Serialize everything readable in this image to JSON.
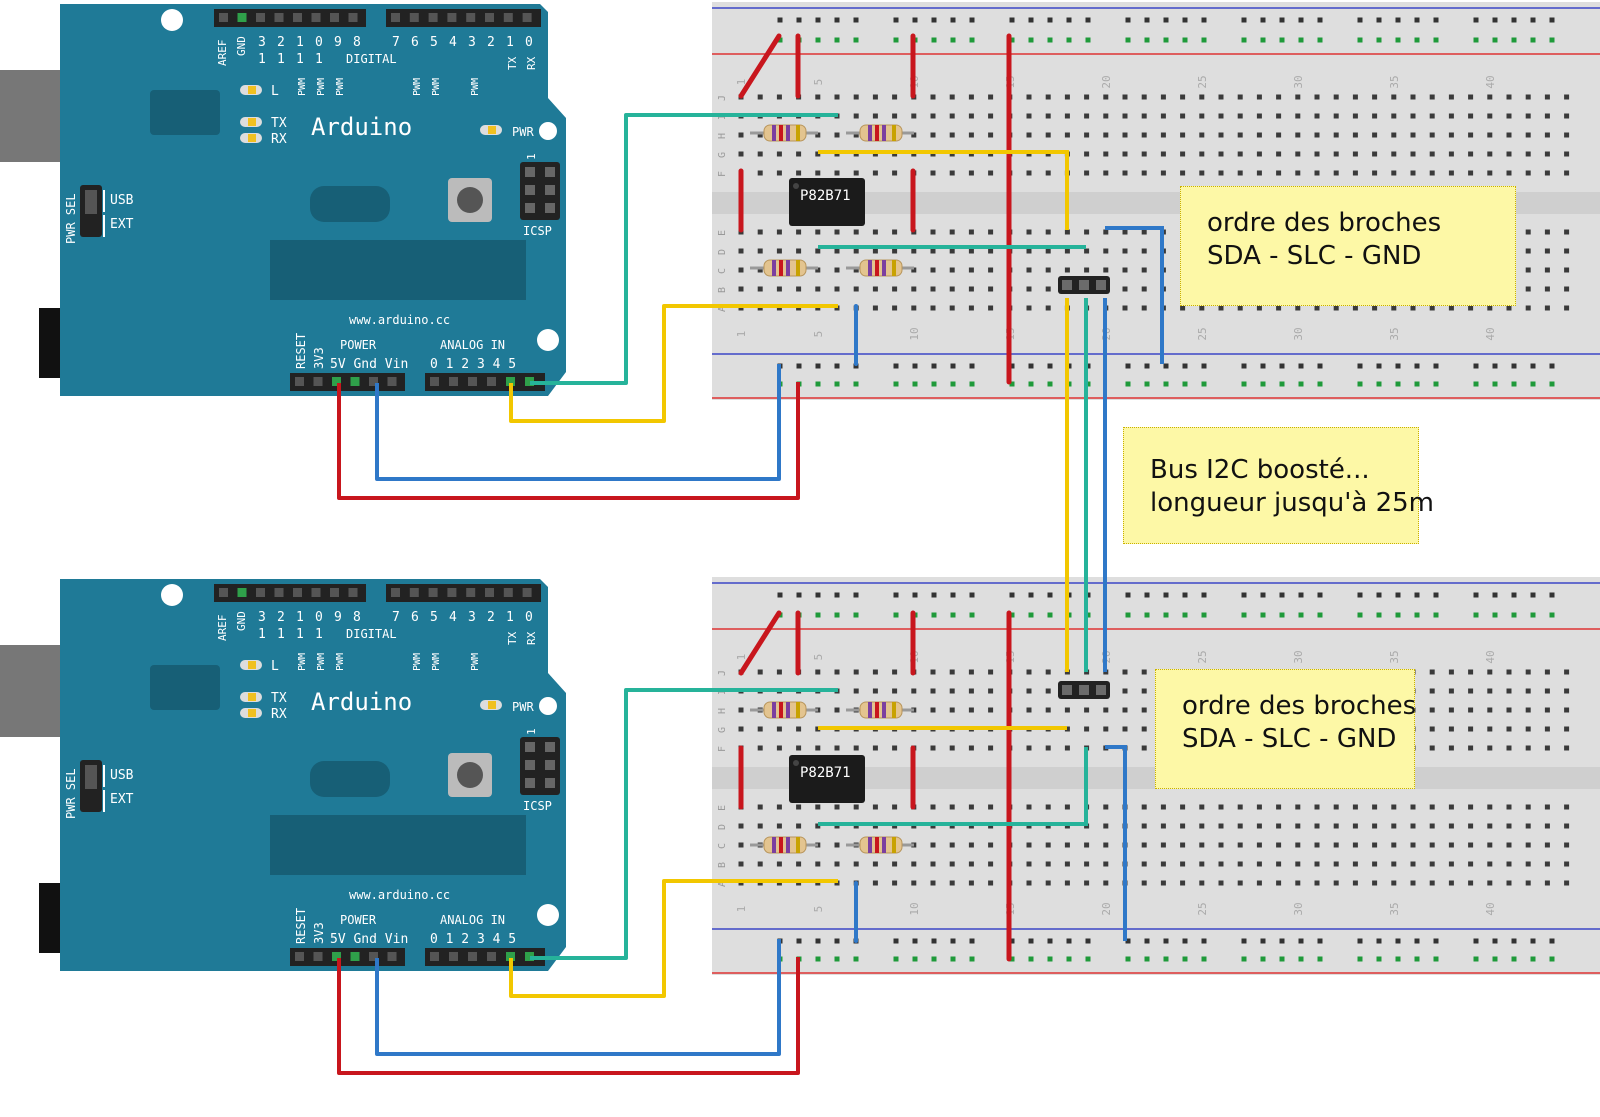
{
  "arduino_boards": [
    {
      "name": "Arduino",
      "digital_header": "DIGITAL",
      "aref": "AREF",
      "gnd": "GND",
      "pin_numbers": [
        "3",
        "2",
        "1",
        "0",
        "9",
        "8",
        "7",
        "6",
        "5",
        "4",
        "3",
        "2",
        "1",
        "0"
      ],
      "tens_digits": [
        "1",
        "1",
        "1",
        "1"
      ],
      "pwm": "PWM",
      "tx": "TX",
      "rx": "RX",
      "l": "L",
      "pwr": "PWR",
      "usb": "USB",
      "ext": "EXT",
      "pwr_sel": "PWR SEL",
      "icsp": "ICSP",
      "icsp_pin": "1",
      "url": "www.arduino.cc",
      "reset": "RESET",
      "v33": "3V3",
      "power": "POWER",
      "power_pins": "5V Gnd Vin",
      "analog": "ANALOG IN",
      "analog_pins": "0 1 2 3 4 5"
    },
    {
      "name": "Arduino",
      "digital_header": "DIGITAL",
      "aref": "AREF",
      "gnd": "GND",
      "pin_numbers": [
        "3",
        "2",
        "1",
        "0",
        "9",
        "8",
        "7",
        "6",
        "5",
        "4",
        "3",
        "2",
        "1",
        "0"
      ],
      "tens_digits": [
        "1",
        "1",
        "1",
        "1"
      ],
      "pwm": "PWM",
      "tx": "TX",
      "rx": "RX",
      "l": "L",
      "pwr": "PWR",
      "usb": "USB",
      "ext": "EXT",
      "pwr_sel": "PWR SEL",
      "icsp": "ICSP",
      "icsp_pin": "1",
      "url": "www.arduino.cc",
      "reset": "RESET",
      "v33": "3V3",
      "power": "POWER",
      "power_pins": "5V Gnd Vin",
      "analog": "ANALOG IN",
      "analog_pins": "0 1 2 3 4 5"
    }
  ],
  "breadboards": [
    {
      "chip_label": "P82B71",
      "row_letters_top": [
        "J",
        "I",
        "H",
        "G",
        "F"
      ],
      "row_letters_bottom": [
        "E",
        "D",
        "C",
        "B",
        "A"
      ],
      "column_numbers": [
        "1",
        "5",
        "10",
        "15",
        "20",
        "25",
        "30",
        "35",
        "40"
      ]
    },
    {
      "chip_label": "P82B71",
      "row_letters_top": [
        "J",
        "I",
        "H",
        "G",
        "F"
      ],
      "row_letters_bottom": [
        "E",
        "D",
        "C",
        "B",
        "A"
      ],
      "column_numbers": [
        "1",
        "5",
        "10",
        "15",
        "20",
        "25",
        "30",
        "35",
        "40"
      ]
    }
  ],
  "notes": {
    "pin_order_top": {
      "line1": "ordre des broches",
      "line2": "SDA - SLC - GND"
    },
    "bus": {
      "line1": "Bus I2C boosté...",
      "line2": "longueur jusqu'à 25m"
    },
    "pin_order_bottom": {
      "line1": "ordre des broches",
      "line2": "SDA - SLC - GND"
    }
  },
  "colors": {
    "board": "#1f7a97",
    "board_dark": "#175f76",
    "breadboard": "#dedede",
    "wire_red": "#c8161d",
    "wire_blue": "#2f78c8",
    "wire_yellow": "#f2c700",
    "wire_teal": "#26b39a",
    "note_fill": "#fdf8a6"
  }
}
